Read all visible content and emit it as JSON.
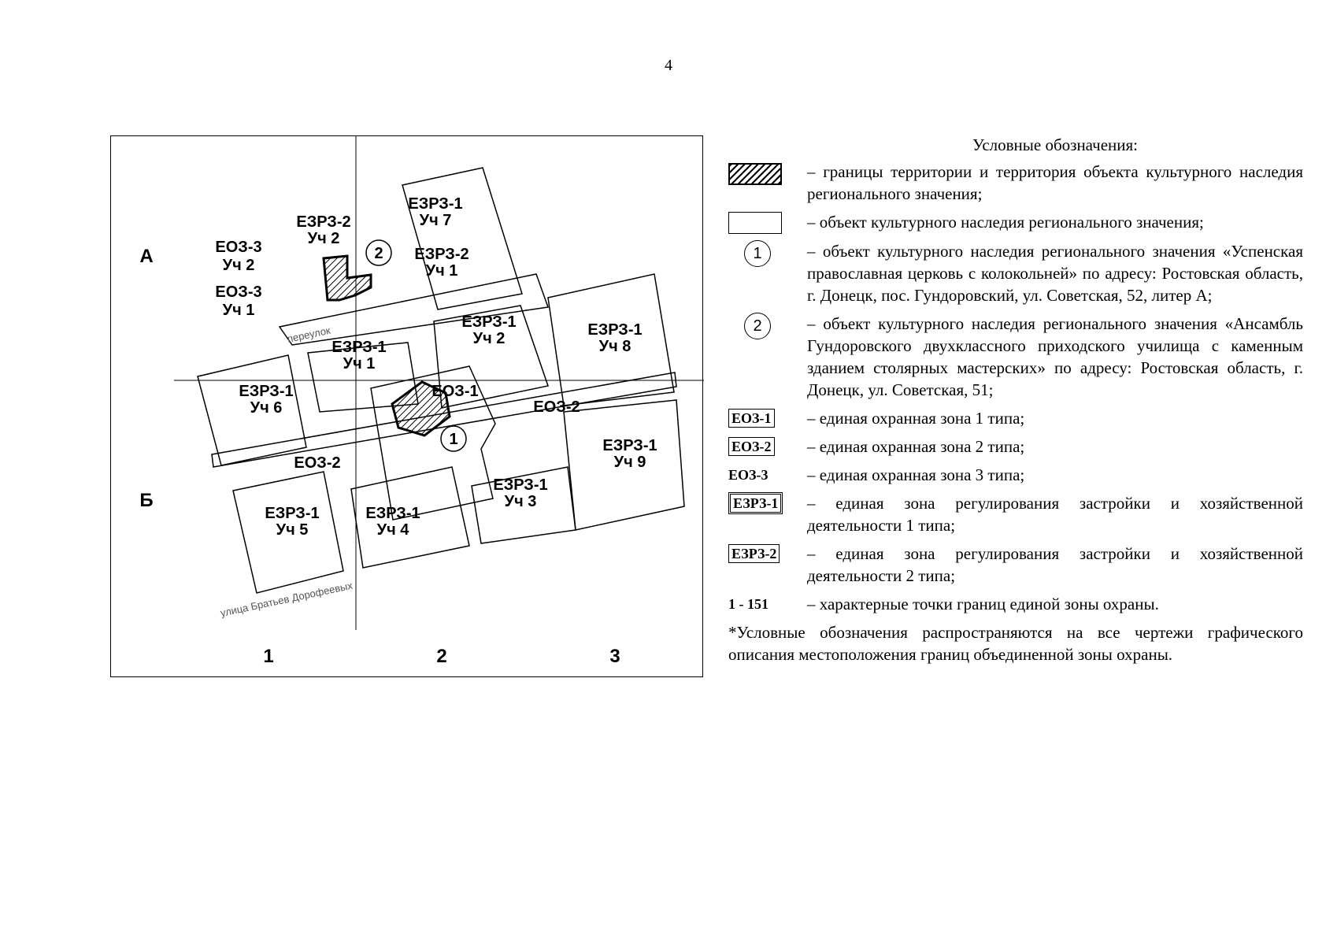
{
  "page": {
    "number": "4"
  },
  "map": {
    "axis_rows": [
      "А",
      "Б"
    ],
    "axis_cols": [
      "1",
      "2",
      "3"
    ],
    "zones": [
      {
        "code": "ЕЗРЗ-1",
        "plot": "Уч 7"
      },
      {
        "code": "ЕЗРЗ-2",
        "plot": "Уч 2"
      },
      {
        "code": "ЕЗРЗ-2",
        "plot": "Уч 1"
      },
      {
        "code": "ЕОЗ-3",
        "plot": "Уч 2"
      },
      {
        "code": "ЕОЗ-3",
        "plot": "Уч 1"
      },
      {
        "code": "ЕЗРЗ-1",
        "plot": "Уч 2"
      },
      {
        "code": "ЕЗРЗ-1",
        "plot": "Уч 8"
      },
      {
        "code": "ЕЗРЗ-1",
        "plot": "Уч 1"
      },
      {
        "code": "ЕЗРЗ-1",
        "plot": "Уч 6"
      },
      {
        "code": "ЕОЗ-1",
        "plot": ""
      },
      {
        "code": "ЕОЗ-2",
        "plot": ""
      },
      {
        "code": "ЕОЗ-2",
        "plot": ""
      },
      {
        "code": "ЕЗРЗ-1",
        "plot": "Уч 9"
      },
      {
        "code": "ЕЗРЗ-1",
        "plot": "Уч 3"
      },
      {
        "code": "ЕЗРЗ-1",
        "plot": "Уч 5"
      },
      {
        "code": "ЕЗРЗ-1",
        "plot": "Уч 4"
      }
    ],
    "markers": [
      "1",
      "2"
    ],
    "streets": [
      "улица Братьев Дорофеевых",
      "переулок"
    ]
  },
  "legend": {
    "title": "Условные обозначения:",
    "items": [
      {
        "symbol": "hatch",
        "text": "– границы территории и территория объекта культурного наследия регионального значения;"
      },
      {
        "symbol": "box",
        "text": "– объект культурного наследия регионального значения;"
      },
      {
        "symbol": "circle",
        "label": "1",
        "text": "– объект культурного наследия регионального значения «Успенская православная церковь с колокольней» по адресу: Ростовская область, г. Донецк, пос. Гундоровский, ул. Советская, 52, литер А;"
      },
      {
        "symbol": "circle",
        "label": "2",
        "text": "– объект культурного наследия регионального значения «Ансамбль Гундоровского двухклассного приходского училища с каменным зданием столярных мастерских» по адресу: Ростовская область, г. Донецк, ул. Советская, 51;"
      },
      {
        "symbol": "code",
        "label": "ЕОЗ-1",
        "text": "– единая охранная зона 1 типа;"
      },
      {
        "symbol": "code",
        "label": "ЕОЗ-2",
        "text": "– единая охранная зона 2 типа;"
      },
      {
        "symbol": "plain",
        "label": "ЕОЗ-3",
        "text": "– единая охранная зона 3 типа;"
      },
      {
        "symbol": "double",
        "label": "ЕЗРЗ-1",
        "text": "– единая зона регулирования застройки и хозяйственной деятельности 1 типа;"
      },
      {
        "symbol": "code",
        "label": "ЕЗРЗ-2",
        "text": "– единая зона регулирования застройки и хозяйственной деятельности 2 типа;"
      },
      {
        "symbol": "plain",
        "label": "1 - 151",
        "text": "– характерные точки границ единой зоны охраны."
      }
    ],
    "footnote": "*Условные обозначения распространяются на все чертежи графического описания местоположения границ объединенной зоны охраны."
  }
}
